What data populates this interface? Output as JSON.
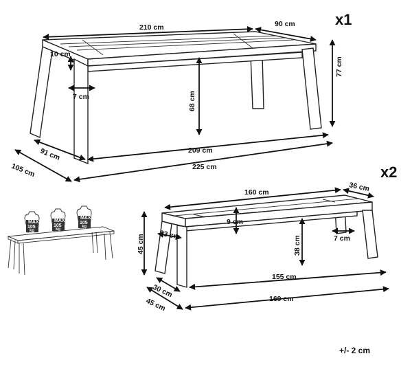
{
  "table": {
    "quantity": "x1",
    "dims": {
      "length_top": "210 cm",
      "depth_top": "90 cm",
      "height_total": "77 cm",
      "top_thickness": "10 cm",
      "leg_width": "7 cm",
      "clearance_height": "68 cm",
      "inner_depth": "91 cm",
      "inner_length": "209 cm",
      "outer_depth": "105 cm",
      "outer_length": "225 cm"
    }
  },
  "bench": {
    "quantity": "x2",
    "dims": {
      "length_top": "160 cm",
      "depth_top": "36 cm",
      "top_thickness": "9 cm",
      "height_total": "45 cm",
      "leg_depth": "23 cm",
      "clearance_height": "38 cm",
      "leg_width": "7 cm",
      "inner_length": "155 cm",
      "inner_depth": "30 cm",
      "outer_depth": "45 cm",
      "outer_length": "169 cm"
    }
  },
  "load": {
    "weights": [
      {
        "line1": "MAX",
        "line2": "105",
        "line3": "kg"
      },
      {
        "line1": "MAX",
        "line2": "105",
        "line3": "kg"
      },
      {
        "line1": "MAX",
        "line2": "105",
        "line3": "kg"
      }
    ]
  },
  "tolerance": "+/- 2 cm"
}
